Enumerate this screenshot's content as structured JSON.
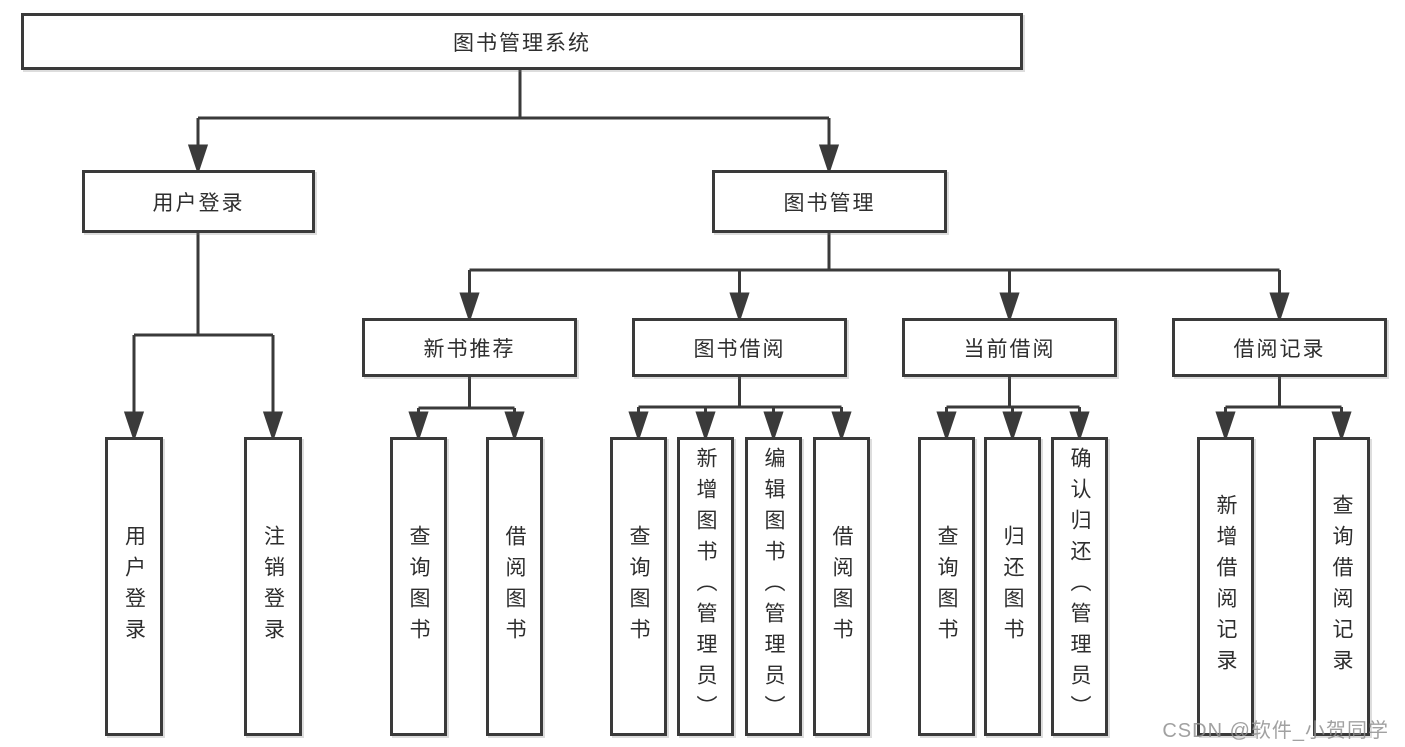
{
  "diagram": {
    "root": {
      "label": "图书管理系统"
    },
    "level2": [
      {
        "label": "用户登录"
      },
      {
        "label": "图书管理"
      }
    ],
    "level3": [
      {
        "label": "新书推荐"
      },
      {
        "label": "图书借阅"
      },
      {
        "label": "当前借阅"
      },
      {
        "label": "借阅记录"
      }
    ],
    "leaves": {
      "user_login": [
        "用户登录",
        "注销登录"
      ],
      "new_book": [
        "查询图书",
        "借阅图书"
      ],
      "book_borrow": [
        "查询图书",
        "新增图书（管理员）",
        "编辑图书（管理员）",
        "借阅图书"
      ],
      "current_borrow": [
        "查询图书",
        "归还图书",
        "确认归还（管理员）"
      ],
      "borrow_records": [
        "新增借阅记录",
        "查询借阅记录"
      ]
    },
    "watermark": "CSDN @软件_小贺同学",
    "colors": {
      "line": "#3a3a3a",
      "box_border": "#3a3a3a",
      "text": "#2e2e2e",
      "watermark": "#919191",
      "background": "#ffffff"
    }
  }
}
